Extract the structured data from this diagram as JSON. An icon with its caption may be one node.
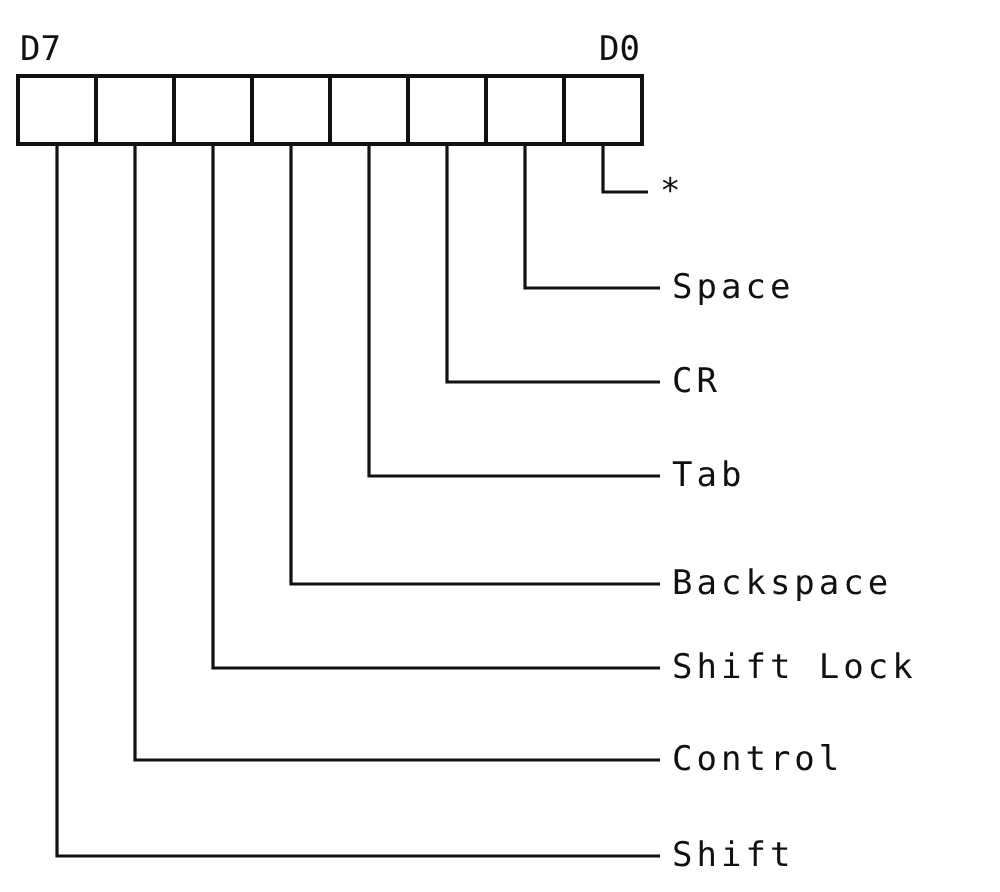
{
  "diagram": {
    "nodes": [
      {
        "text": [],
        "shape": "box",
        "beside": [
          "D7"
        ]
      },
      {
        "text": [],
        "shape": "box"
      },
      {
        "text": [],
        "shape": "box"
      },
      {
        "text": [],
        "shape": "box"
      },
      {
        "text": [],
        "shape": "box"
      },
      {
        "text": [],
        "shape": "box"
      },
      {
        "text": [],
        "shape": "box"
      },
      {
        "text": [],
        "shape": "box",
        "beside": [
          "D0"
        ]
      },
      {
        "text": [
          "*"
        ]
      },
      {
        "text": [
          "Space"
        ]
      },
      {
        "text": [
          "CR"
        ]
      },
      {
        "text": [
          "Tab"
        ]
      },
      {
        "text": [
          "Backspace"
        ]
      },
      {
        "text": [
          "Shift Lock"
        ]
      },
      {
        "text": [
          "Control"
        ]
      },
      {
        "text": [
          "Shift"
        ]
      }
    ],
    "edges": [
      {
        "from": 7,
        "to": 8,
        "arrow": "none"
      },
      {
        "from": 6,
        "to": 9,
        "arrow": "none"
      },
      {
        "from": 5,
        "to": 10,
        "arrow": "none"
      },
      {
        "from": 4,
        "to": 11,
        "arrow": "none"
      },
      {
        "from": 3,
        "to": 12,
        "arrow": "none"
      },
      {
        "from": 2,
        "to": 13,
        "arrow": "none"
      },
      {
        "from": 1,
        "to": 14,
        "arrow": "none"
      },
      {
        "from": 0,
        "to": 15,
        "arrow": "none"
      }
    ]
  }
}
